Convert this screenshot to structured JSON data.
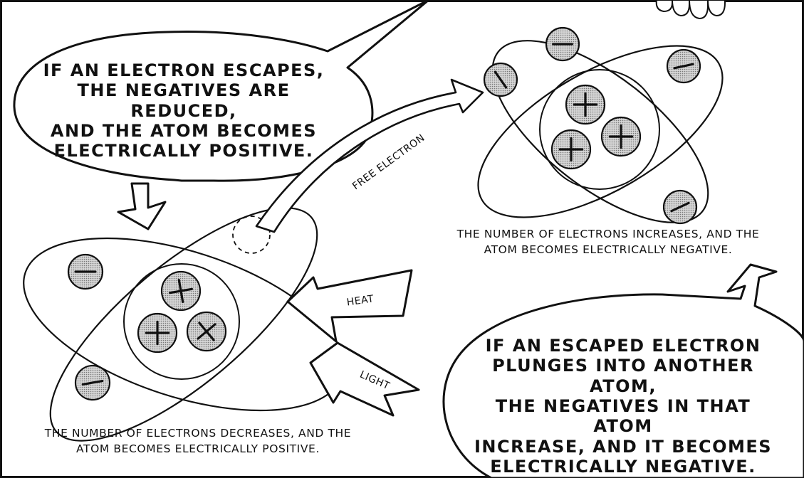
{
  "bubbles": {
    "top_left": "If an electron escapes,\nthe negatives are reduced,\nand the atom becomes\nelectrically positive.",
    "bottom_right": "If an escaped electron\nplunges into another atom,\nthe negatives in that atom\nincrease, and it becomes\nelectrically negative."
  },
  "captions": {
    "left_atom": "The number of electrons decreases, and the\natom becomes electrically positive.",
    "right_atom": "The number of electrons increases, and the\natom becomes electrically negative."
  },
  "labels": {
    "free_electron": "Free electron",
    "heat": "Heat",
    "light": "Light"
  },
  "symbols": {
    "proton": "+",
    "electron": "−"
  },
  "colors": {
    "ink": "#111111",
    "particle_fill": "#bdbdbd",
    "paper": "#ffffff"
  }
}
